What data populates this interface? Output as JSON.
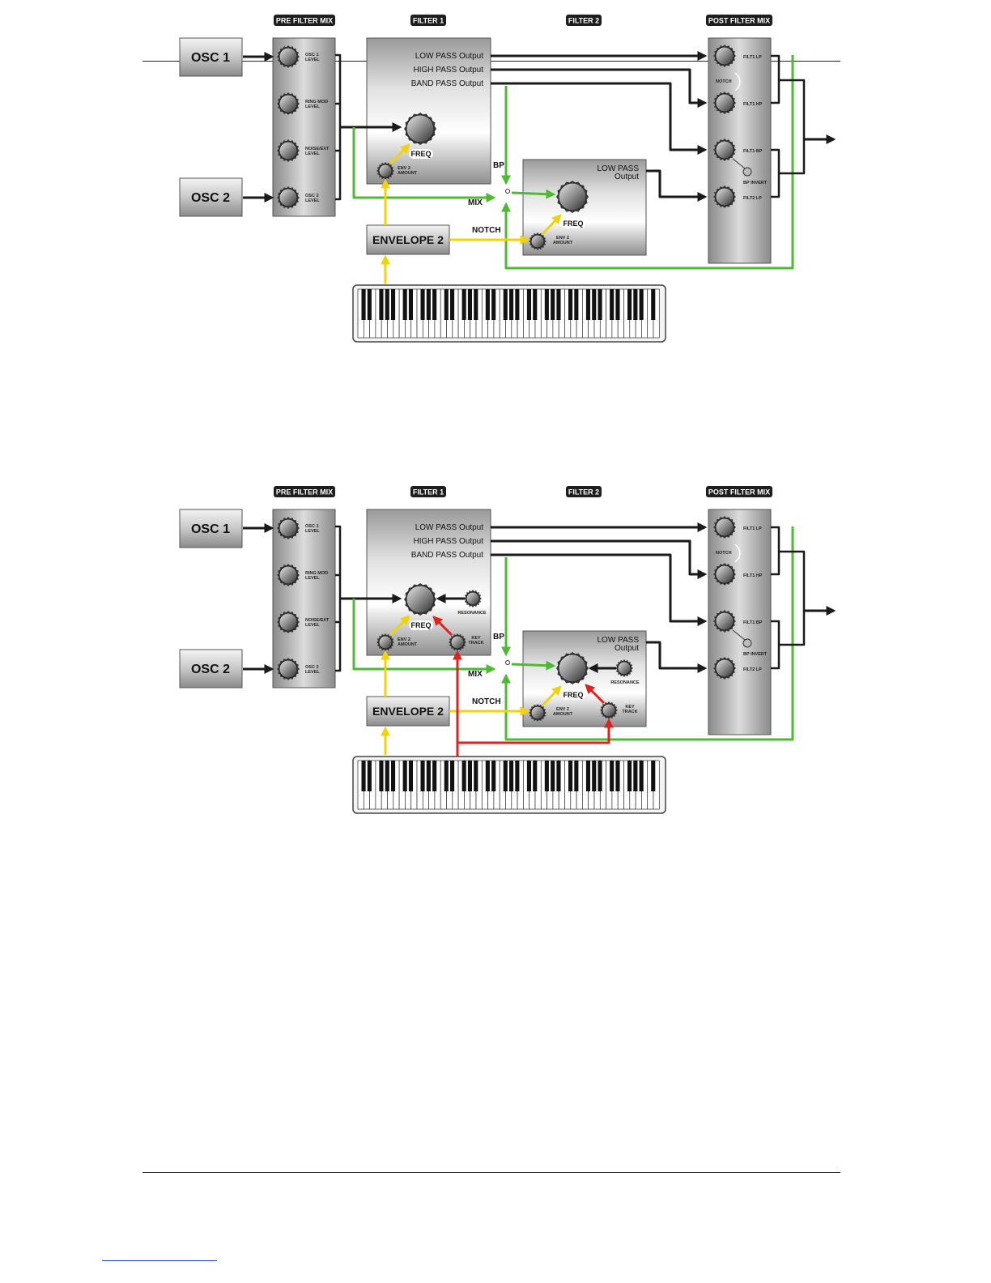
{
  "diagrams": [
    {
      "id": "diagram-1",
      "headers": {
        "pre_filter_mix": "PRE FILTER MIX",
        "filter1": "FILTER 1",
        "filter2": "FILTER 2",
        "post_filter_mix": "POST FILTER MIX"
      },
      "osc1": "OSC 1",
      "osc2": "OSC 2",
      "pre_mix_knobs": [
        "OSC 1",
        "LEVEL",
        "RING MOD",
        "LEVEL",
        "NOISE/EXT",
        "LEVEL",
        "OSC 2",
        "LEVEL"
      ],
      "filter1_outputs": [
        "LOW PASS Output",
        "HIGH PASS Output",
        "BAND PASS Output"
      ],
      "freq": "FREQ",
      "env2_amount": [
        "ENV 2",
        "AMOUNT"
      ],
      "switch_labels": {
        "bp": "BP",
        "mix": "MIX",
        "notch": "NOTCH"
      },
      "envelope2": "ENVELOPE 2",
      "filter2_output": [
        "LOW PASS",
        "Output"
      ],
      "post_knobs": {
        "filt1_lp": "FILT1 LP",
        "notch": "NOTCH",
        "filt1_hp": "FILT1 HP",
        "filt1_bp": "FILT1 BP",
        "bp_invert": "BP INVERT",
        "filt2_lp": "FILT2 LP"
      }
    },
    {
      "id": "diagram-2",
      "headers": {
        "pre_filter_mix": "PRE FILTER MIX",
        "filter1": "FILTER 1",
        "filter2": "FILTER 2",
        "post_filter_mix": "POST FILTER MIX"
      },
      "osc1": "OSC 1",
      "osc2": "OSC 2",
      "pre_mix_knobs": [
        "OSC 1",
        "LEVEL",
        "RING MOD",
        "LEVEL",
        "NOISE/EXT",
        "LEVEL",
        "OSC 2",
        "LEVEL"
      ],
      "filter1_outputs": [
        "LOW PASS Output",
        "HIGH PASS Output",
        "BAND PASS Output"
      ],
      "freq": "FREQ",
      "env2_amount": [
        "ENV 2",
        "AMOUNT"
      ],
      "resonance": "RESONANCE",
      "key_track": [
        "KEY",
        "TRACK"
      ],
      "switch_labels": {
        "bp": "BP",
        "mix": "MIX",
        "notch": "NOTCH"
      },
      "envelope2": "ENVELOPE 2",
      "filter2_output": [
        "LOW PASS",
        "Output"
      ],
      "post_knobs": {
        "filt1_lp": "FILT1 LP",
        "notch": "NOTCH",
        "filt1_hp": "FILT1 HP",
        "filt1_bp": "FILT1 BP",
        "bp_invert": "BP INVERT",
        "filt2_lp": "FILT2 LP"
      }
    }
  ],
  "colors": {
    "signal": "#1a1a1a",
    "green": "#4dbb32",
    "yellow": "#f2d20c",
    "red": "#e0211f",
    "header_bg": "#1e1e1e"
  }
}
